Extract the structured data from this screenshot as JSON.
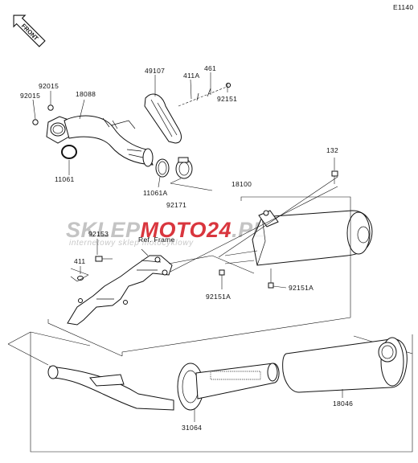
{
  "diagram_code": "E1140",
  "front_arrow_label": "FRONT",
  "watermark": {
    "text_grey": "SKLEP",
    "text_red": "MOTO",
    "text_red2": "24",
    "text_tail": ".PL",
    "subtitle": "internetowy sklep motocyklowy",
    "color_grey": "#c4c4c4",
    "color_red": "#d9363e"
  },
  "labels": {
    "p49107": "49107",
    "p411A": "411A",
    "p461": "461",
    "p92151_top": "92151",
    "p92015_a": "92015",
    "p92015_b": "92015",
    "p18088": "18088",
    "p11061": "11061",
    "p11061A": "11061A",
    "p92171": "92171",
    "p132": "132",
    "p18100": "18100",
    "p92153": "92153",
    "ref_frame": "Ref. Frame",
    "p411": "411",
    "p92151A_left": "92151A",
    "p92151A_right": "92151A",
    "p18046": "18046",
    "p31064": "31064"
  }
}
